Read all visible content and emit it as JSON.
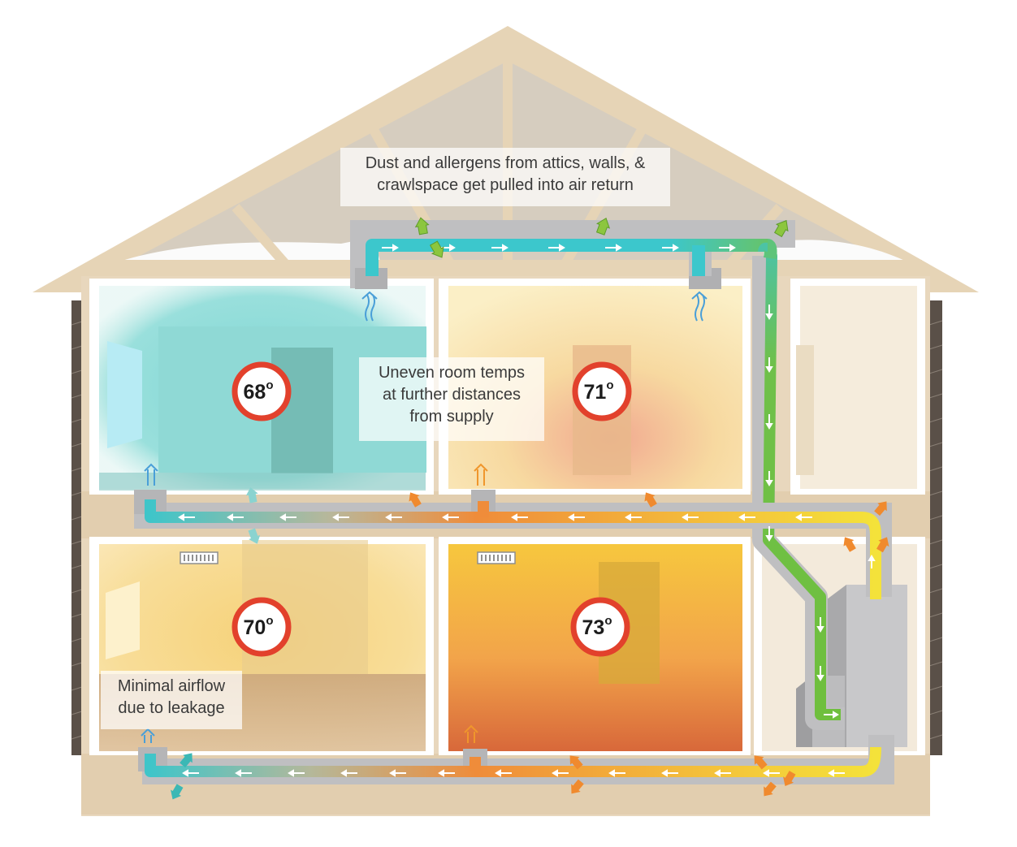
{
  "callouts": {
    "attic": {
      "line1": "Dust and allergens from attics, walls, &",
      "line2": "crawlspace get pulled into air return"
    },
    "uneven": {
      "line1": "Uneven room temps",
      "line2": "at further distances",
      "line3": "from supply"
    },
    "leakage": {
      "line1": "Minimal airflow",
      "line2": "due to leakage"
    }
  },
  "rooms": [
    {
      "name": "upper-left",
      "temp": "68",
      "unit": "o"
    },
    {
      "name": "upper-right",
      "temp": "71",
      "unit": "o"
    },
    {
      "name": "lower-left",
      "temp": "70",
      "unit": "o"
    },
    {
      "name": "lower-right",
      "temp": "73",
      "unit": "o"
    }
  ],
  "colors": {
    "house_frame": "#e8d7bd",
    "siding": "#5a5048",
    "duct": "#bdbdbf",
    "return_air": "#3dc4c8",
    "return_green": "#6fbf3d",
    "supply_yellow": "#f4e23a",
    "supply_orange": "#ee8a36",
    "cool_room": "#7fd8d6",
    "warm_room": "#f5c840",
    "hot_room": "#f29437",
    "badge_ring": "#e2412c"
  }
}
